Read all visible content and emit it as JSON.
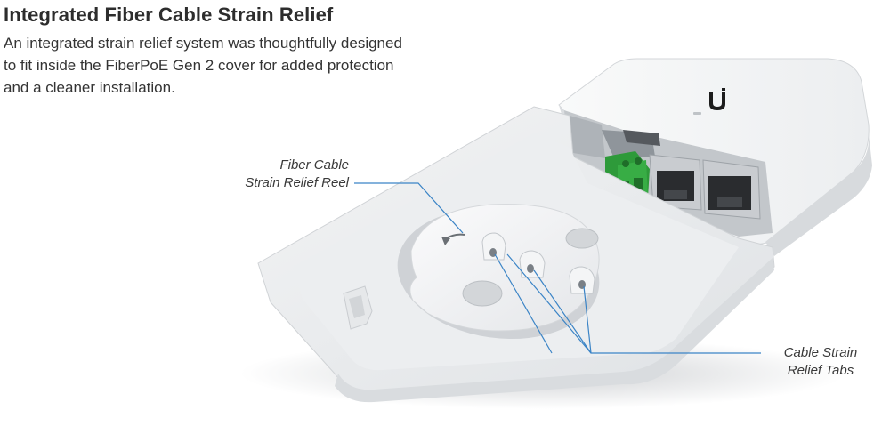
{
  "heading": {
    "title": "Integrated Fiber Cable Strain Relief",
    "description_lines": [
      "An integrated strain relief system was thoughtfully designed",
      "to fit inside the FiberPoE Gen 2 cover for added protection",
      "and a cleaner installation."
    ]
  },
  "callouts": {
    "reel": {
      "lines": [
        "Fiber Cable",
        "Strain Relief Reel"
      ]
    },
    "tabs": {
      "lines": [
        "Cable Strain",
        "Relief Tabs"
      ]
    }
  },
  "colors": {
    "leader_line": "#3b84c6",
    "terminal_block": "#2e9a3a",
    "enclosure": "#eef0f1",
    "shadow": "#c9ccd0"
  },
  "icons": [
    "ubiquiti-logo-icon",
    "rotation-arrow-icon"
  ]
}
